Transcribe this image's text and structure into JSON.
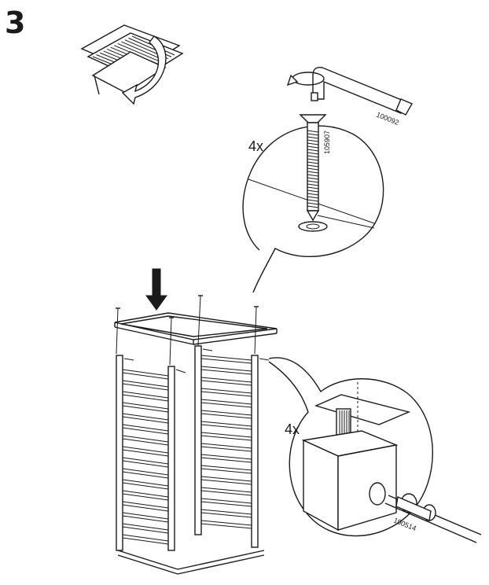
{
  "step": {
    "number": "3"
  },
  "screw_callout": {
    "quantity": "4x",
    "screw_part_no": "105907",
    "allen_key_part_no": "100092"
  },
  "dowel_callout": {
    "quantity": "4x",
    "bolt_part_no": "100514"
  }
}
